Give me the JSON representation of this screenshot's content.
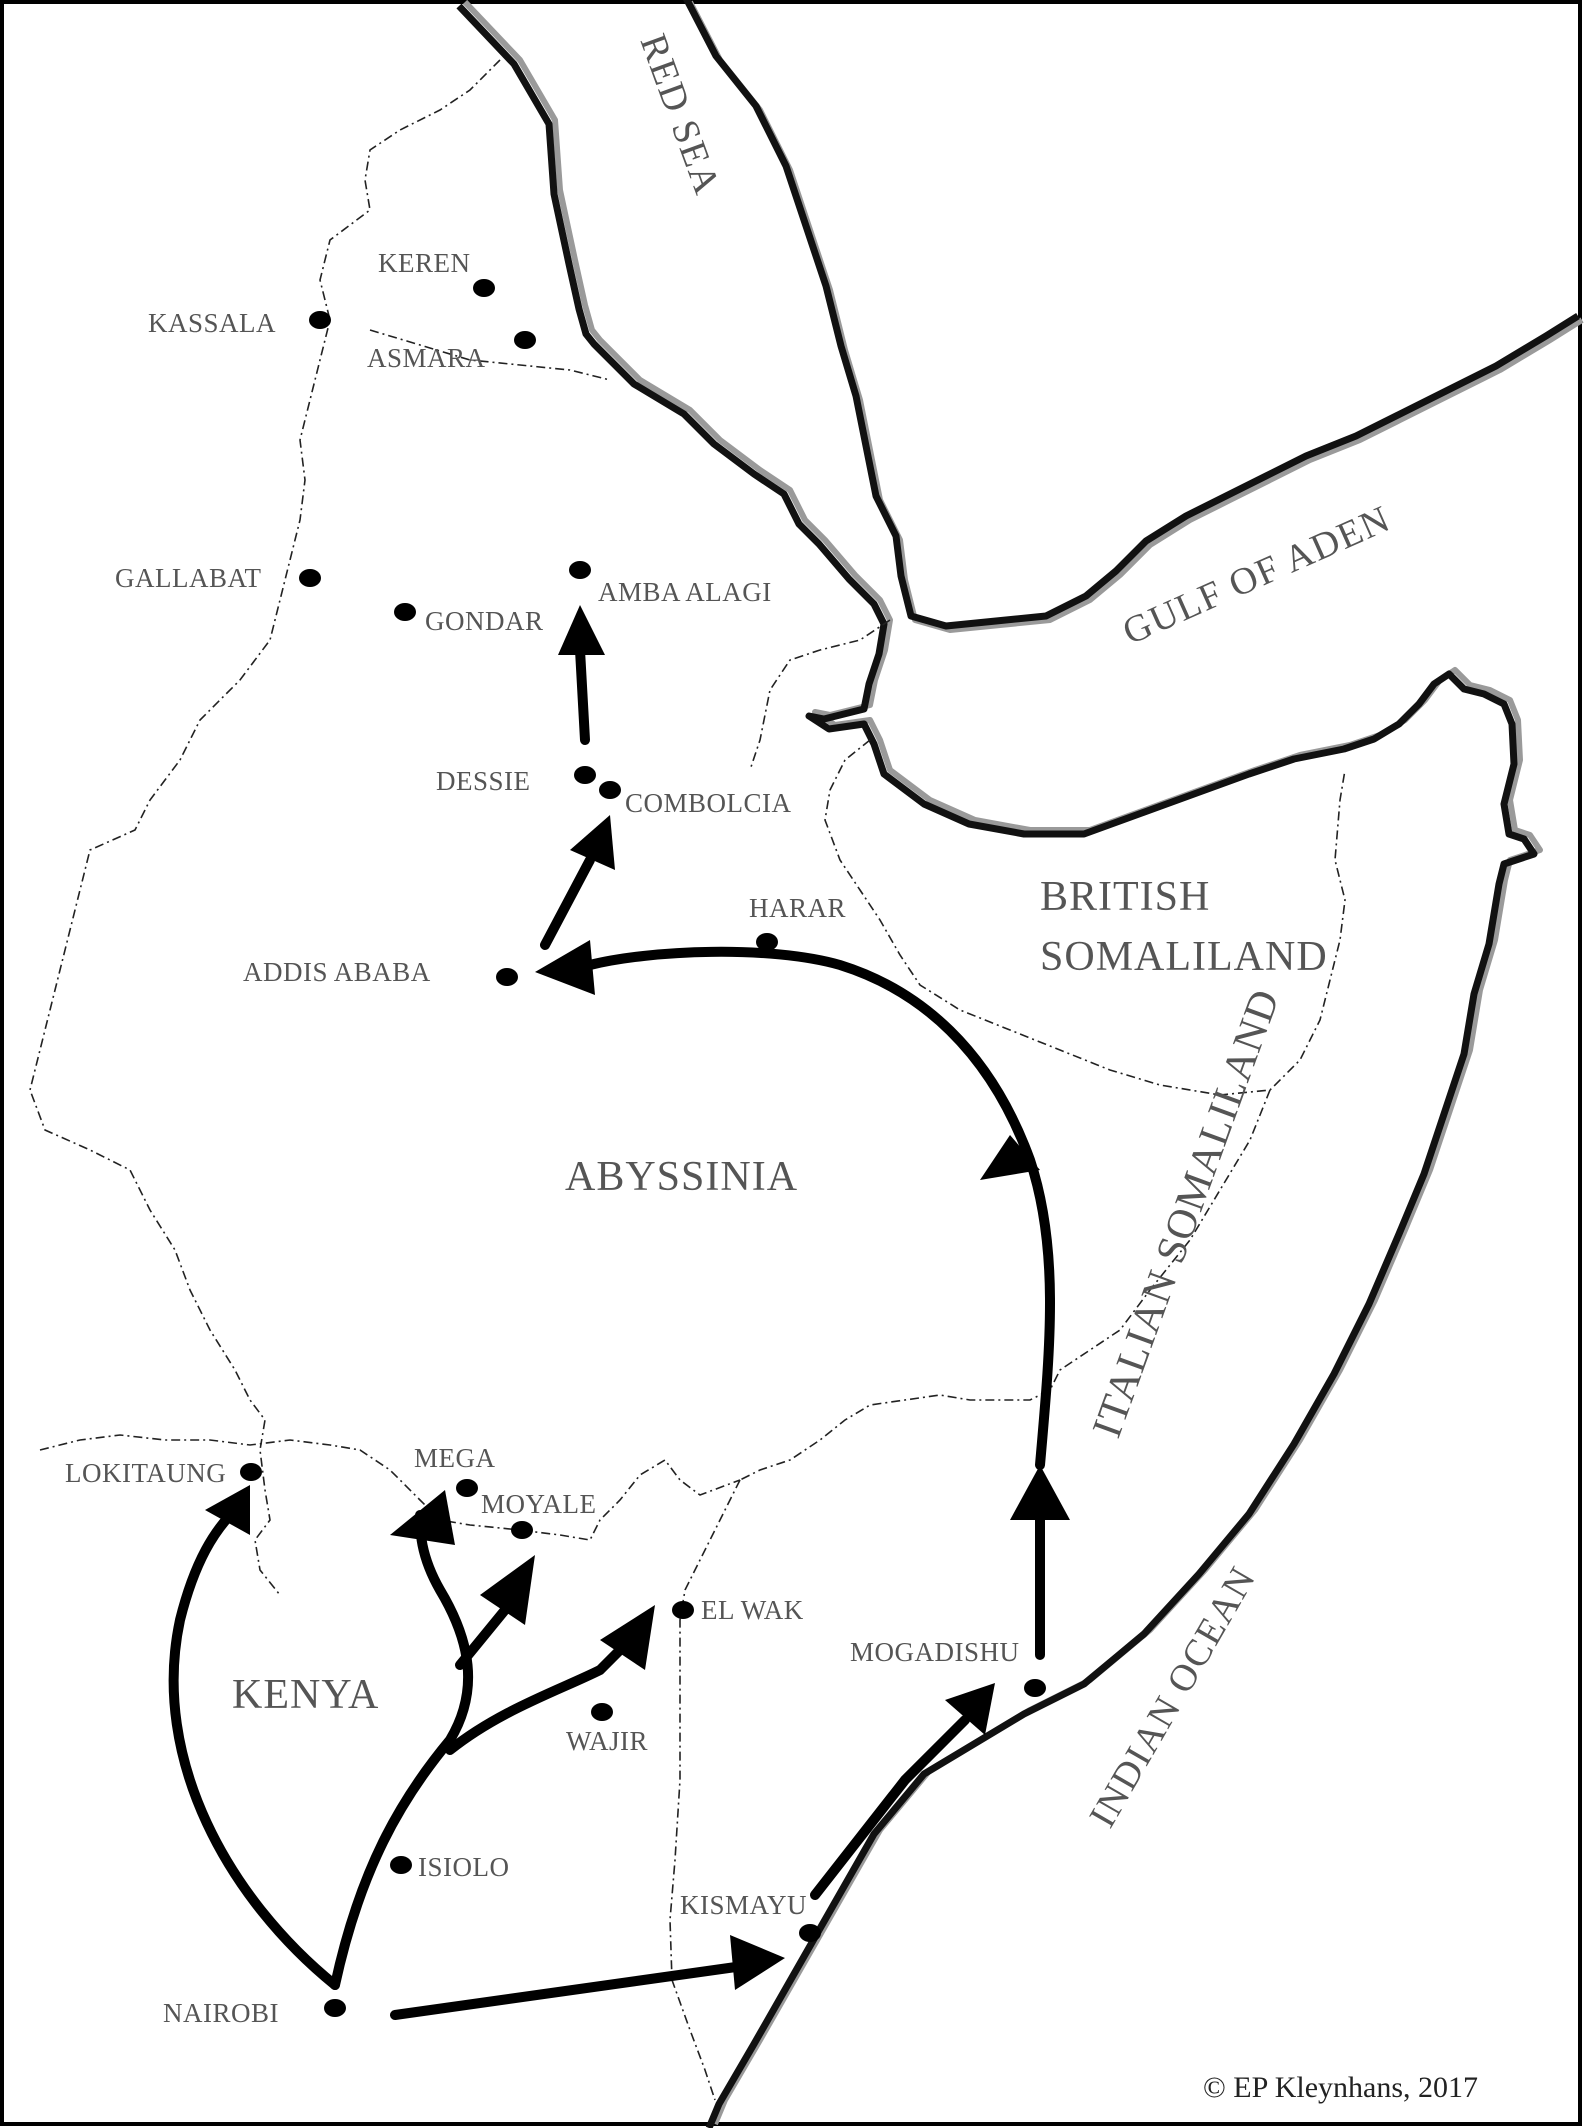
{
  "map": {
    "seas": {
      "red_sea": "RED SEA",
      "gulf_of_aden": "GULF OF ADEN",
      "indian_ocean": "INDIAN OCEAN"
    },
    "regions": {
      "abyssinia": "ABYSSINIA",
      "kenya": "KENYA",
      "british_somaliland_line1": "BRITISH",
      "british_somaliland_line2": "SOMALILAND",
      "italian_somaliland": "ITALIAN SOMALILAND"
    },
    "places": {
      "keren": "KEREN",
      "kassala": "KASSALA",
      "asmara": "ASMARA",
      "gallabat": "GALLABAT",
      "amba_alagi": "AMBA ALAGI",
      "gondar": "GONDAR",
      "dessie": "DESSIE",
      "combolcia": "COMBOLCIA",
      "harar": "HARAR",
      "addis_ababa": "ADDIS ABABA",
      "lokitaung": "LOKITAUNG",
      "mega": "MEGA",
      "moyale": "MOYALE",
      "el_wak": "EL WAK",
      "mogadishu": "MOGADISHU",
      "wajir": "WAJIR",
      "isiolo": "ISIOLO",
      "kismayu": "KISMAYU",
      "nairobi": "NAIROBI"
    },
    "copyright": "© EP Kleynhans, 2017"
  }
}
